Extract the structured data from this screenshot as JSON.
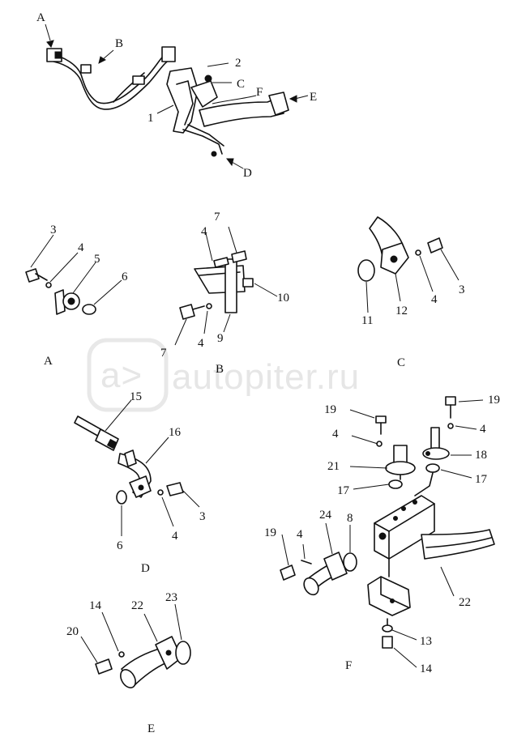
{
  "watermark": {
    "text": "autopiter.ru",
    "logo_glyph": "a>"
  },
  "overview": {
    "callouts": [
      "A",
      "B",
      "2",
      "C",
      "F",
      "E",
      "1",
      "D"
    ]
  },
  "views": {
    "A": {
      "caption": "A",
      "labels": [
        "3",
        "4",
        "5",
        "6"
      ]
    },
    "B": {
      "caption": "B",
      "labels": [
        "7",
        "4",
        "10",
        "7",
        "4",
        "9"
      ]
    },
    "C": {
      "caption": "C",
      "labels": [
        "11",
        "12",
        "4",
        "3"
      ]
    },
    "D": {
      "caption": "D",
      "labels": [
        "15",
        "16",
        "6",
        "4",
        "3"
      ]
    },
    "E": {
      "caption": "E",
      "labels": [
        "14",
        "22",
        "23",
        "20"
      ]
    },
    "F": {
      "caption": "F",
      "labels": [
        "19",
        "19",
        "4",
        "4",
        "21",
        "18",
        "17",
        "17",
        "8",
        "24",
        "19",
        "4",
        "22",
        "13",
        "14"
      ]
    }
  }
}
